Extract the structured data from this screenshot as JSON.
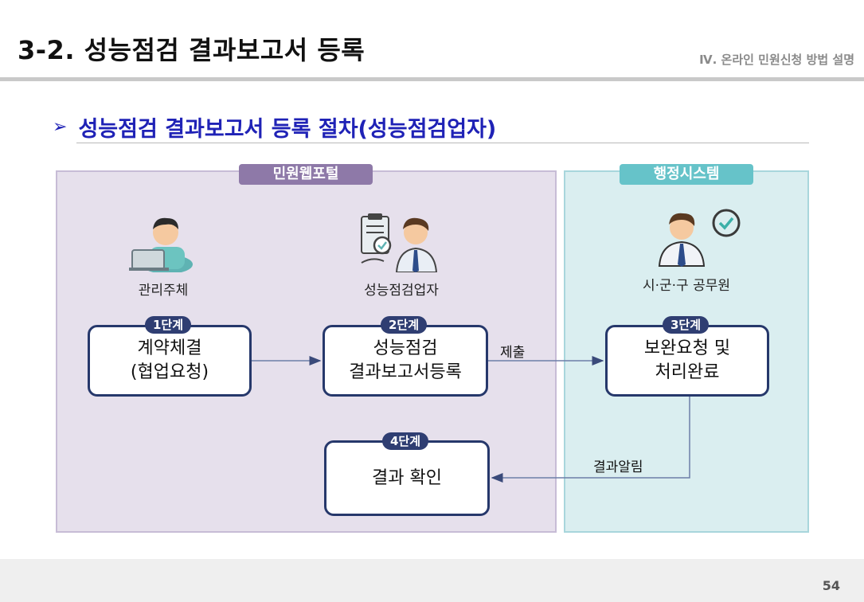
{
  "header": {
    "title": "3-2. 성능점검 결과보고서 등록",
    "section": "Ⅳ. 온라인 민원신청 방법 설명"
  },
  "subtitle": "성능점검 결과보고서 등록 절차(성능점검업자)",
  "panels": {
    "portal": "민원웹포털",
    "admin": "행정시스템"
  },
  "roles": {
    "manager": "관리주체",
    "inspector": "성능점검업자",
    "official": "시·군·구 공무원"
  },
  "stages": [
    {
      "badge": "1단계",
      "line1": "계약체결",
      "line2": "(협업요청)"
    },
    {
      "badge": "2단계",
      "line1": "성능점검",
      "line2": "결과보고서등록"
    },
    {
      "badge": "3단계",
      "line1": "보완요청 및",
      "line2": "처리완료"
    },
    {
      "badge": "4단계",
      "line1": "결과 확인",
      "line2": ""
    }
  ],
  "flows": {
    "submit": "제출",
    "notify": "결과알림"
  },
  "footer": {
    "page": "54"
  },
  "colors": {
    "title_blue": "#1f22b6",
    "portal_bg": "#e6e0ec",
    "admin_bg": "#daeef0",
    "box_border": "#26386b"
  }
}
